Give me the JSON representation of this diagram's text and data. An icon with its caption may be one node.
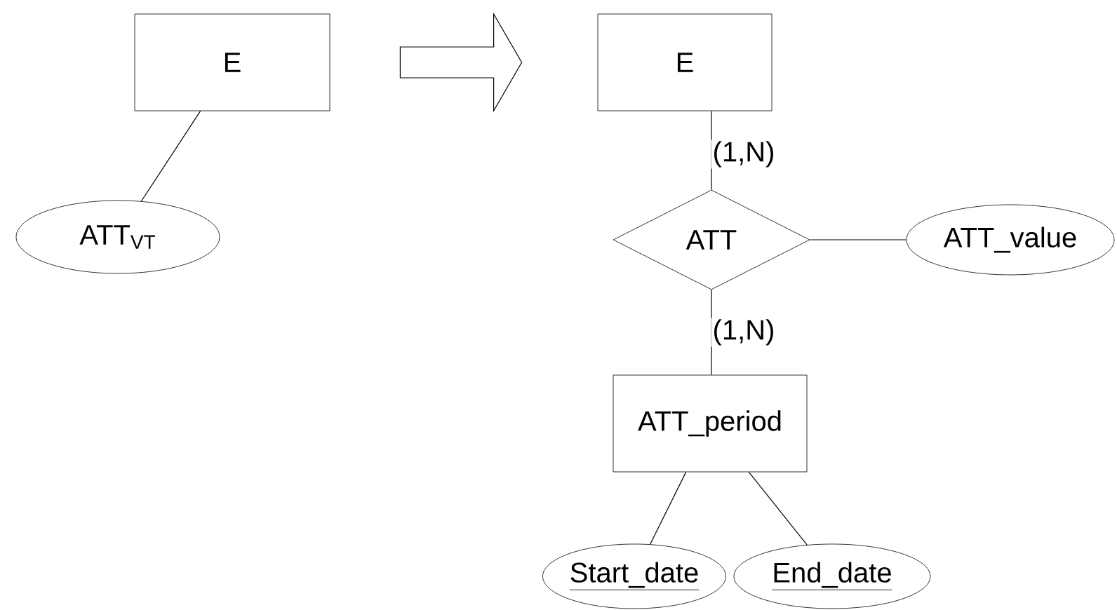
{
  "diagram": {
    "nodes": [
      {
        "text": [
          "E"
        ]
      },
      {
        "text": [
          "ATT$_{VT}$"
        ]
      },
      {
        "text": [
          "E"
        ]
      },
      {
        "text": [
          "ATT"
        ]
      },
      {
        "text": [
          "ATT_value"
        ]
      },
      {
        "text": [
          "ATT_period"
        ]
      },
      {
        "text": [
          "Start_date"
        ]
      },
      {
        "text": [
          "End_date"
        ]
      }
    ],
    "edges": [
      {
        "from": 0,
        "to": 1,
        "arrow": "none"
      },
      {
        "from": 0,
        "to": 2,
        "arrow": "to"
      },
      {
        "from": 2,
        "to": 3,
        "arrow": "none",
        "label": "(1,N)"
      },
      {
        "from": 3,
        "to": 4,
        "arrow": "none"
      },
      {
        "from": 3,
        "to": 5,
        "arrow": "none",
        "label": "(1,N)"
      },
      {
        "from": 5,
        "to": 6,
        "arrow": "none"
      },
      {
        "from": 5,
        "to": 7,
        "arrow": "none"
      }
    ]
  }
}
